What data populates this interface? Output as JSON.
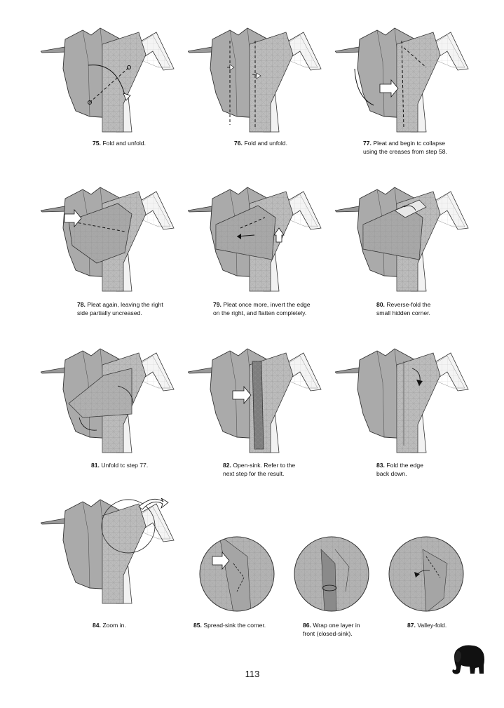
{
  "page_number": "113",
  "steps": [
    {
      "num": "75.",
      "text": "Fold and unfold."
    },
    {
      "num": "76.",
      "text": "Fold and unfold."
    },
    {
      "num": "77.",
      "text": "Pleat and begin tc collapse\nusing the creases from step 58."
    },
    {
      "num": "78.",
      "text": "Pleat again, leaving the right\nside partially uncreased."
    },
    {
      "num": "79.",
      "text": "Pleat once more, invert the edge\non the right, and flatten completely."
    },
    {
      "num": "80.",
      "text": "Reverse-fold the\nsmall hidden corner."
    },
    {
      "num": "81.",
      "text": "Unfold tc step 77."
    },
    {
      "num": "82.",
      "text": "Open-sink. Refer to the\nnext step for the result."
    },
    {
      "num": "83.",
      "text": "Fold the edge\nback down."
    },
    {
      "num": "84.",
      "text": "Zoom in."
    },
    {
      "num": "85.",
      "text": "Spread-sink the corner."
    },
    {
      "num": "86.",
      "text": "Wrap one layer in\nfront (closed-sink)."
    },
    {
      "num": "87.",
      "text": "Valley-fold."
    }
  ],
  "colors": {
    "paper_gray": "#a9a9a9",
    "paper_light": "#d4d4d4",
    "paper_white": "#f4f4f4",
    "line": "#333333",
    "circle_bg": "#b3b3b3"
  }
}
